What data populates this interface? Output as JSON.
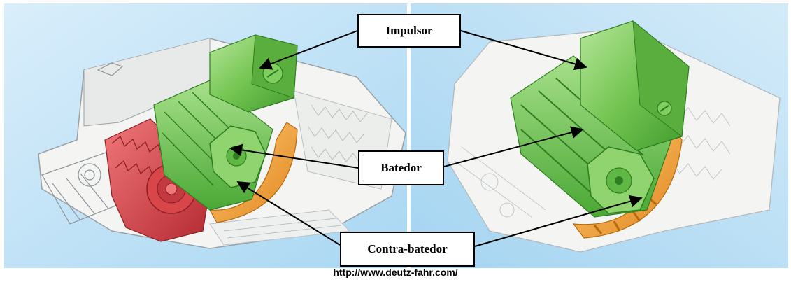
{
  "labels": {
    "impulsor": "Impulsor",
    "batedor": "Batedor",
    "contra_batedor": "Contra-batedor"
  },
  "source_url": "http://www.deutz-fahr.com/",
  "colors": {
    "background_sky": "#bfe3f7",
    "beater_green": "#7dc85c",
    "concave_orange": "#f2a234",
    "feeder_red": "#d9464a",
    "housing_white": "#f3f4f2"
  }
}
